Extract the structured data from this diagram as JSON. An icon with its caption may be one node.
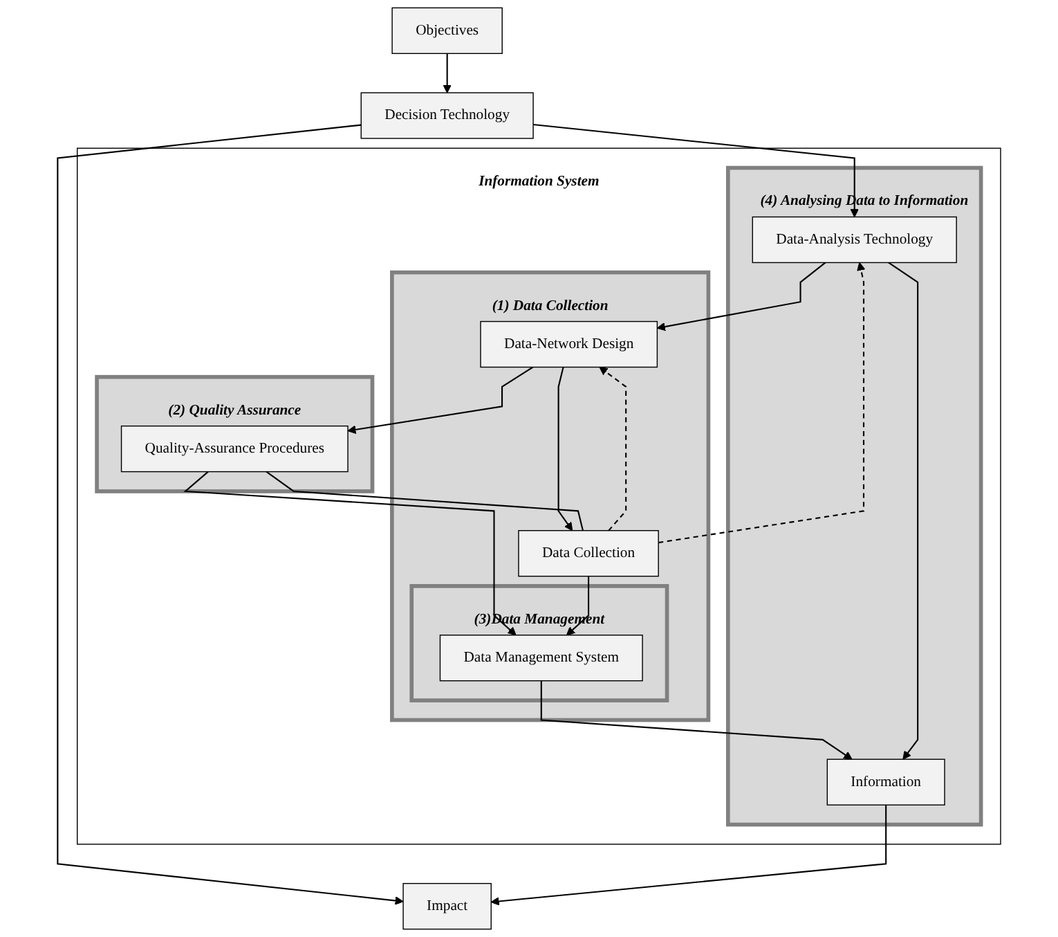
{
  "diagram": {
    "nodes": [
      {
        "text": [
          "Objectives"
        ]
      },
      {
        "text": [
          "Decision Technology"
        ]
      },
      {
        "text": [
          "Information System"
        ]
      },
      {
        "text": [
          "(4) Analysing Data to Information"
        ],
        "in": 2
      },
      {
        "text": [
          "Data-Analysis Technology"
        ],
        "in": 3
      },
      {
        "text": [
          "(1) Data Collection"
        ],
        "in": 2
      },
      {
        "text": [
          "Data-Network Design"
        ],
        "in": 5
      },
      {
        "text": [
          "Data Collection"
        ],
        "in": 5
      },
      {
        "text": [
          "(2) Quality Assurance"
        ],
        "in": 2
      },
      {
        "text": [
          "Quality-Assurance Procedures"
        ],
        "in": 8
      },
      {
        "text": [
          "(3)Data Management"
        ],
        "in": 5
      },
      {
        "text": [
          "Data Management System"
        ],
        "in": 10
      },
      {
        "text": [
          "Information"
        ],
        "in": 3
      },
      {
        "text": [
          "Impact"
        ]
      }
    ],
    "edges": [
      {
        "from": 0,
        "to": 1,
        "arrow": "to"
      },
      {
        "from": 1,
        "to": 13,
        "arrow": "to"
      },
      {
        "from": 1,
        "to": 4,
        "arrow": "to"
      },
      {
        "from": 4,
        "to": 6,
        "arrow": "to"
      },
      {
        "from": 6,
        "to": 9,
        "arrow": "to"
      },
      {
        "from": 6,
        "to": 7,
        "arrow": "to"
      },
      {
        "from": 7,
        "to": 6,
        "arrow": "to",
        "style": "dashed"
      },
      {
        "from": 7,
        "to": 4,
        "arrow": "to",
        "style": "dashed"
      },
      {
        "from": 9,
        "to": 7,
        "arrow": "none"
      },
      {
        "from": 9,
        "to": 11,
        "arrow": "to"
      },
      {
        "from": 7,
        "to": 11,
        "arrow": "to"
      },
      {
        "from": 11,
        "to": 12,
        "arrow": "to"
      },
      {
        "from": 4,
        "to": 12,
        "arrow": "to"
      },
      {
        "from": 12,
        "to": 13,
        "arrow": "to"
      }
    ]
  }
}
